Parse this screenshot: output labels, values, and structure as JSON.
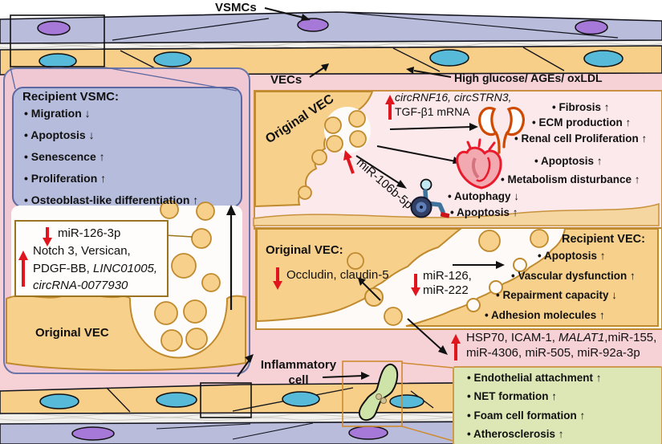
{
  "labels": {
    "vsmcs": "VSMCs",
    "vecs": "VECs",
    "stimuli": "High glucose/ AGEs/ oxLDL",
    "original_vec_left": "Original VEC",
    "inflammatory_line1": "Inflammatory",
    "inflammatory_line2": "cell"
  },
  "recipient_vsmc": {
    "title": "Recipient VSMC:",
    "items": [
      "• Migration ↓",
      "• Apoptosis ↓",
      "• Senescence ↑",
      "• Proliferation ↑",
      "• Osteoblast-like differentiation ↑"
    ]
  },
  "vsmc_cargo": {
    "decreased": "miR-126-3p",
    "line2": "Notch 3, Versican,",
    "line3_normal": "PDGF-BB, ",
    "line3_italic": "LINC01005,",
    "line4_italic": "circRNA-0077930"
  },
  "systemic": {
    "cell_label": "Original VEC",
    "up_line1": "circRNF16, circSTRN3,",
    "up_line2": "TGF-β1 mRNA",
    "mir": "miR-106b-5p",
    "kidney_items": [
      "• Fibrosis ↑",
      "• ECM production ↑",
      "• Renal cell Proliferation ↑"
    ],
    "heart_items": [
      "• Apoptosis ↑",
      "• Metabolism disturbance ↑"
    ],
    "disability_items": [
      "• Autophagy ↓",
      "• Apoptosis ↑"
    ]
  },
  "vec_transfer": {
    "left_title": "Original VEC:",
    "left_decreased": "Occludin, claudin-5",
    "mir_line1": "miR-126,",
    "mir_line2": "miR-222",
    "recipient_title": "Recipient VEC:",
    "recipient_items": [
      "• Apoptosis ↑",
      "• Vascular dysfunction ↑",
      "• Repairment capacity ↓",
      "• Adhesion molecules ↑"
    ]
  },
  "inflammation": {
    "up_line1_a": "HSP70, ICAM-1, ",
    "up_line1_b": "MALAT1",
    "up_line1_c": ",miR-155,",
    "up_line2": "miR-4306, miR-505, miR-92a-3p",
    "outcomes": [
      "• Endothelial attachment ↑",
      "• NET formation ↑",
      "• Foam cell formation ↑",
      "• Atherosclerosis ↑"
    ]
  },
  "colors": {
    "background_pink": "#f6d2d7",
    "vsmc_layer": "#b9bddb",
    "vec_layer": "#f8cf88",
    "cell_border": "#c08a2e",
    "red_arrow": "#e0161f",
    "green_box": "#dde7b6"
  }
}
